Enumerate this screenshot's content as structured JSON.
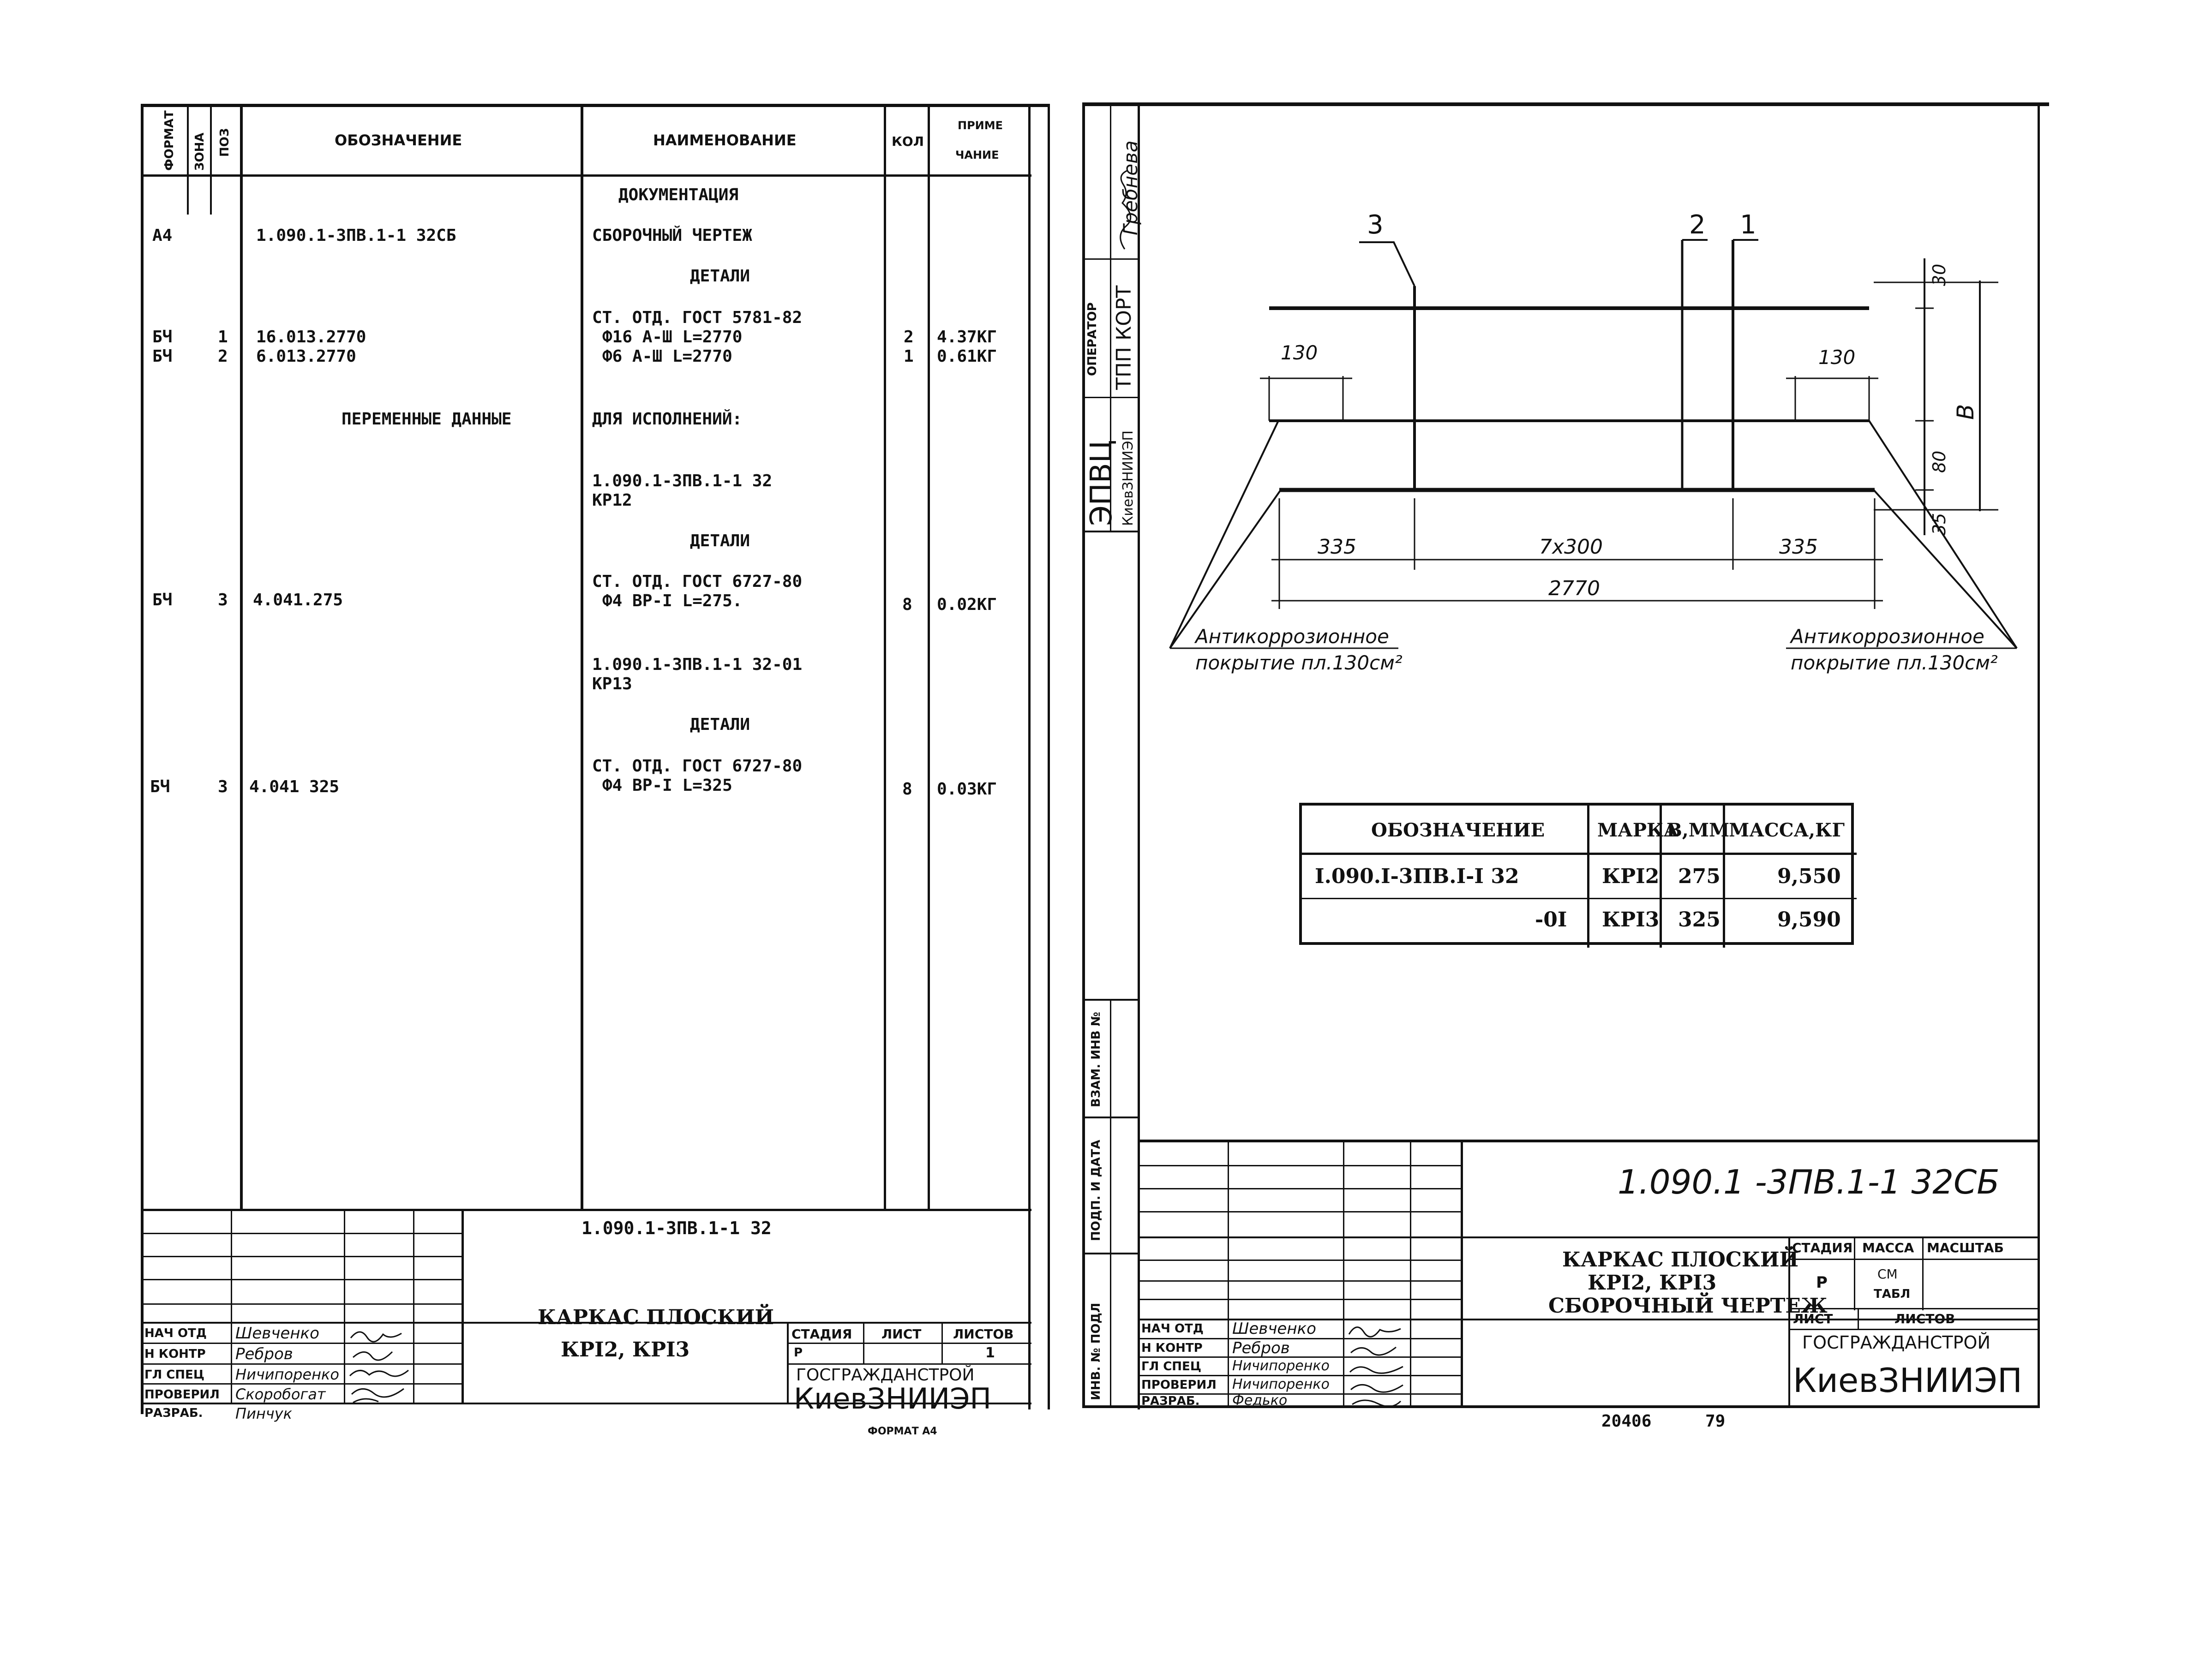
{
  "left": {
    "header": {
      "format": "ФОРМАТ",
      "zone": "ЗОНА",
      "pos": "ПОЗ",
      "designation": "ОБОЗНАЧЕНИЕ",
      "name": "НАИМЕНОВАНИЕ",
      "qty": "КОЛ",
      "note_1": "ПРИМЕ",
      "note_2": "ЧАНИЕ"
    },
    "rows": {
      "documentation": "ДОКУМЕНТАЦИЯ",
      "a4_format": "А4",
      "a4_designation": "1.090.1-3ПВ.1-1 32СБ",
      "a4_name": "СБОРОЧНЫЙ ЧЕРТЕЖ",
      "details_1": "ДЕТАЛИ",
      "r1_format": "БЧ",
      "r1_pos": "1",
      "r1_designation": "16.013.2770",
      "r2_format": "БЧ",
      "r2_pos": "2",
      "r2_designation": "6.013.2770",
      "steel_1": "СТ. ОТД. ГОСТ 5781-82",
      "r1_name": "Ф16 А-Ш L=2770",
      "r2_name": "Ф6 А-Ш L=2770",
      "r1_qty": "2",
      "r2_qty": "1",
      "r1_note": "4.37КГ",
      "r2_note": "0.61КГ",
      "variable_data": "ПЕРЕМЕННЫЕ ДАННЫЕ",
      "for_versions": "ДЛЯ ИСПОЛНЕНИЙ:",
      "v1_designation": "1.090.1-3ПВ.1-1 32",
      "v1_mark": "КР12",
      "details_2": "ДЕТАЛИ",
      "r3_format": "БЧ",
      "r3_pos": "3",
      "r3_designation": "4.041.275",
      "steel_2": "СТ. ОТД. ГОСТ 6727-80",
      "r3_name": "Ф4 ВР-I L=275.",
      "r3_qty": "8",
      "r3_note": "0.02КГ",
      "v2_designation": "1.090.1-3ПВ.1-1 32-01",
      "v2_mark": "КР13",
      "details_3": "ДЕТАЛИ",
      "r4_format": "БЧ",
      "r4_pos": "3",
      "r4_designation": "4.041 325",
      "steel_3": "СТ. ОТД. ГОСТ 6727-80",
      "r4_name": "Ф4 ВР-I L=325",
      "r4_qty": "8",
      "r4_note": "0.03КГ"
    },
    "title_block": {
      "doc_number": "1.090.1-3ПВ.1-1 32",
      "title_1": "КАРКАС ПЛОСКИЙ",
      "title_2": "КРI2, КРI3",
      "stage_label": "СТАДИЯ",
      "sheet_label": "ЛИСТ",
      "sheets_label": "ЛИСТОВ",
      "stage_value": "Р",
      "sheets_value": "1",
      "org_1": "ГОСГРАЖДАНСТРОЙ",
      "org_2": "КиевЗНИИЭП",
      "roles": [
        "НАЧ ОТД",
        "Н КОНТР",
        "ГЛ СПЕЦ",
        "ПРОВЕРИЛ",
        "РАЗРАБ."
      ],
      "names": [
        "Шевченко",
        "Ребров",
        "Ничипоренко",
        "Скоробогат",
        "Пинчук"
      ]
    },
    "format_note": "ФОРМАТ А4"
  },
  "right": {
    "side_stamp": {
      "surname": "Гребнева",
      "operator_1": "ОПЕРАТОР",
      "operator_2": "ТПП КОРТ",
      "org_short": "ЭПВЦ",
      "org_sub": "КиевЗНИИЭП",
      "vzam": "ВЗАМ. ИНВ №",
      "podp": "ПОДП. И ДАТА",
      "inv": "ИНВ. № ПОДЛ"
    },
    "drawing": {
      "callout_3": "3",
      "callout_2": "2",
      "callout_1": "1",
      "dim_30": "30",
      "dim_130_left": "130",
      "dim_130_right": "130",
      "dim_B": "В",
      "dim_80": "80",
      "dim_35": "35",
      "dim_335_left": "335",
      "dim_7x300": "7х300",
      "dim_335_right": "335",
      "dim_2770": "2770",
      "coating_left_1": "Антикоррозионное",
      "coating_left_2": "покрытие пл.130см²",
      "coating_right_1": "Антикоррозионное",
      "coating_right_2": "покрытие пл.130см²"
    },
    "table": {
      "headers": [
        "ОБОЗНАЧЕНИЕ",
        "МАРКА",
        "В,ММ",
        "МАССА,КГ"
      ],
      "rows": [
        [
          "I.090.I-3ПВ.I-I 32",
          "КРI2",
          "275",
          "9,550"
        ],
        [
          "-0I",
          "КРI3",
          "325",
          "9,590"
        ]
      ]
    },
    "title_block": {
      "doc_number": "1.090.1 -3ПВ.1-1  32СБ",
      "title_1": "КАРКАС ПЛОСКИЙ",
      "title_2": "КРI2, КРI3",
      "title_3": "СБОРОЧНЫЙ ЧЕРТЕЖ",
      "stage_label": "СТАДИЯ",
      "mass_label": "МАССА",
      "scale_label": "МАСШТАБ",
      "stage_value": "Р",
      "scale_value_1": "СМ",
      "scale_value_2": "ТАБЛ",
      "sheet_label": "ЛИСТ",
      "sheets_label": "ЛИСТОВ",
      "org_1": "ГОСГРАЖДАНСТРОЙ",
      "org_2": "КиевЗНИИЭП",
      "roles": [
        "НАЧ ОТД",
        "Н КОНТР",
        "ГЛ СПЕЦ",
        "ПРОВЕРИЛ",
        "РАЗРАБ."
      ],
      "names": [
        "Шевченко",
        "Ребров",
        "Ничипоренко",
        "Ничипоренко",
        "Федько"
      ]
    },
    "bottom_numbers": {
      "code": "20406",
      "page": "79"
    }
  }
}
